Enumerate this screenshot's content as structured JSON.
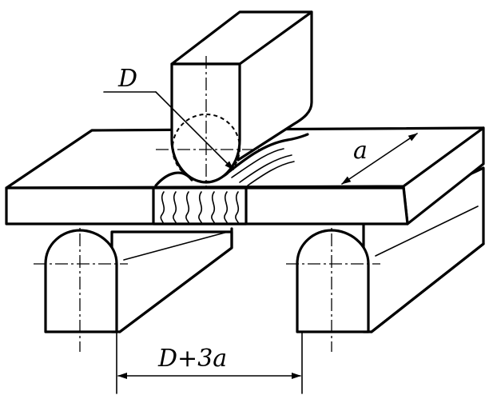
{
  "labels": {
    "diameter": "D",
    "thickness": "a",
    "span": "D+3a"
  }
}
